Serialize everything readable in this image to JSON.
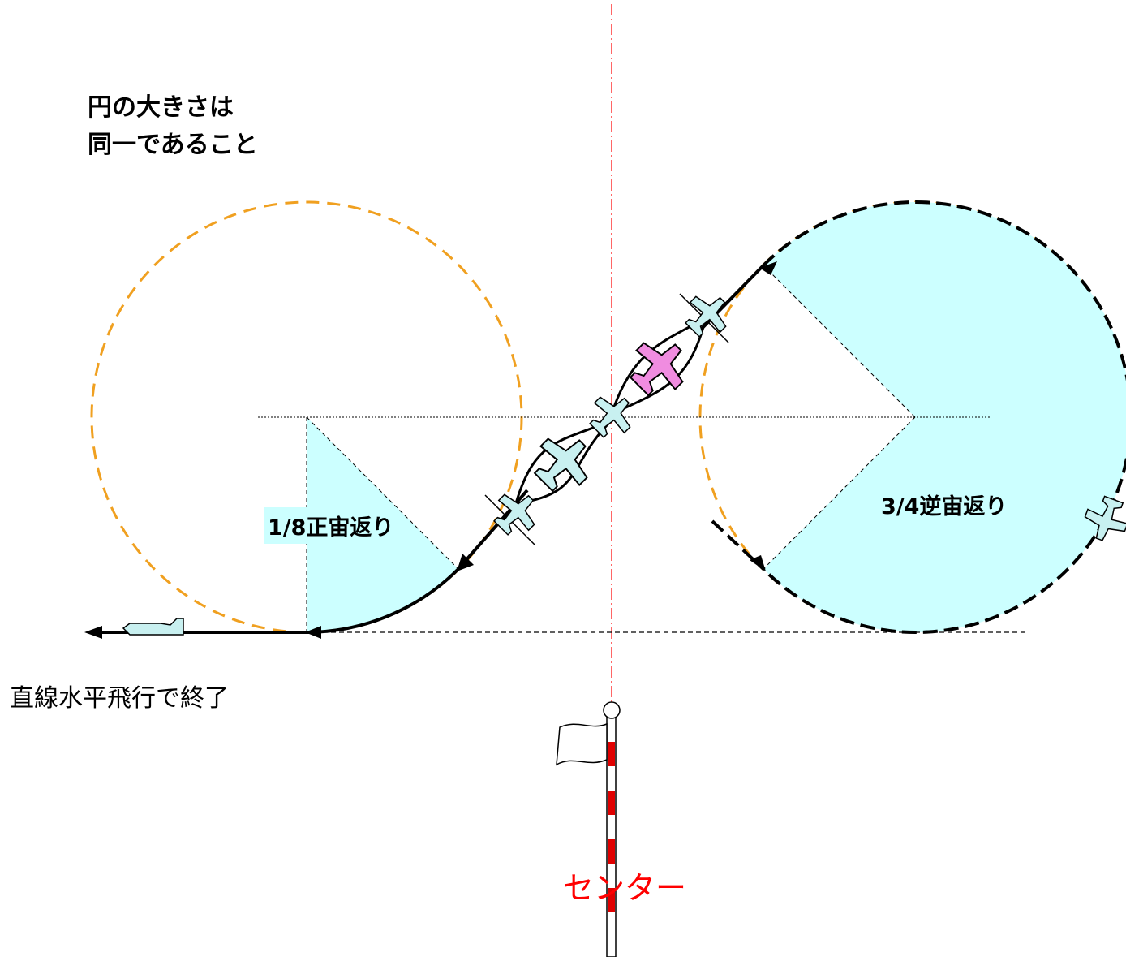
{
  "note": {
    "line1": "円の大きさは",
    "line2": "同一であること"
  },
  "labels": {
    "one_eighth": "1/8正宙返り",
    "three_quarter": "3/4逆宙返り",
    "end": "直線水平飛行で終了",
    "center": "センター"
  },
  "colors": {
    "loop_fill": "#ccffff",
    "guide_circle": "#f0a020",
    "center_line": "#ff0000",
    "center_text": "#ff0000",
    "plane_upright": "#c8f0f0",
    "plane_inverted": "#f08ce0",
    "pole_stripe": "#e00000"
  },
  "icons": [
    "airplane-icon",
    "direction-arrow-icon",
    "center-flag-icon"
  ]
}
